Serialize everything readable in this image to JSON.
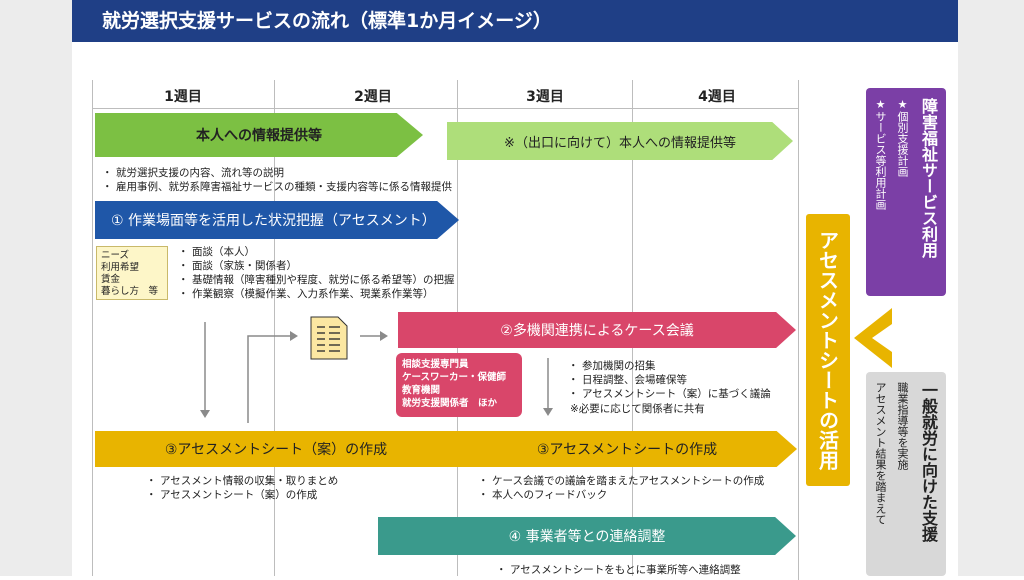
{
  "header": {
    "title": "就労選択支援サービスの流れ（標準1か月イメージ）"
  },
  "weeks": [
    "1週目",
    "2週目",
    "3週目",
    "4週目"
  ],
  "info_bar_1": "本人への情報提供等",
  "info_bar_2": "※（出口に向けて）本人への情報提供等",
  "info_bullets": [
    "就労選択支援の内容、流れ等の説明",
    "雇用事例、就労系障害福祉サービスの種類・支援内容等に係る情報提供"
  ],
  "assessment_bar": "① 作業場面等を活用した状況把握（アセスメント）",
  "note_box": [
    "ニーズ",
    "利用希望",
    "賃金",
    "暮らし方　等"
  ],
  "assessment_bullets": [
    "面談（本人）",
    "面談（家族・関係者）",
    "基礎情報（障害種別や程度、就労に係る希望等）の把握",
    "作業観察（模擬作業、入力系作業、現業系作業等）"
  ],
  "case_bar": "②多機関連携によるケース会議",
  "case_box": [
    "相談支援専門員",
    "ケースワーカー・保健師",
    "教育機関",
    "就労支援関係者　ほか"
  ],
  "case_bullets": [
    "参加機関の招集",
    "日程調整、会場確保等",
    "アセスメントシート（案）に基づく議論"
  ],
  "case_note": "※必要に応じて関係者に共有",
  "sheet_bar_1": "③アセスメントシート（案）の作成",
  "sheet_bar_2": "③アセスメントシートの作成",
  "sheet_bullets_1": [
    "アセスメント情報の収集・取りまとめ",
    "アセスメントシート（案）の作成"
  ],
  "sheet_bullets_2": [
    "ケース会議での議論を踏まえたアセスメントシートの作成",
    "本人へのフィードバック"
  ],
  "contact_bar": "④ 事業者等との連絡調整",
  "contact_bullets": [
    "アセスメントシートをもとに事業所等へ連絡調整"
  ],
  "vertical_bar": "アセスメントシートの活用",
  "purple_box": {
    "title": "障害福祉サービス利用",
    "items": [
      "★個別支援計画",
      "★サービス等利用計画"
    ]
  },
  "gray_box": {
    "title": "一般就労に向けた支援",
    "items": [
      "職業指導等を実施",
      "アセスメント結果を踏まえて"
    ]
  },
  "colors": {
    "header": "#1f3f86",
    "green": "#7cc043",
    "light_green": "#aede7a",
    "blue": "#1f57a8",
    "pink": "#d9466a",
    "yellow": "#e8b400",
    "teal": "#3a9a8c",
    "purple": "#7b3fa6",
    "gray": "#d8d8d8"
  }
}
